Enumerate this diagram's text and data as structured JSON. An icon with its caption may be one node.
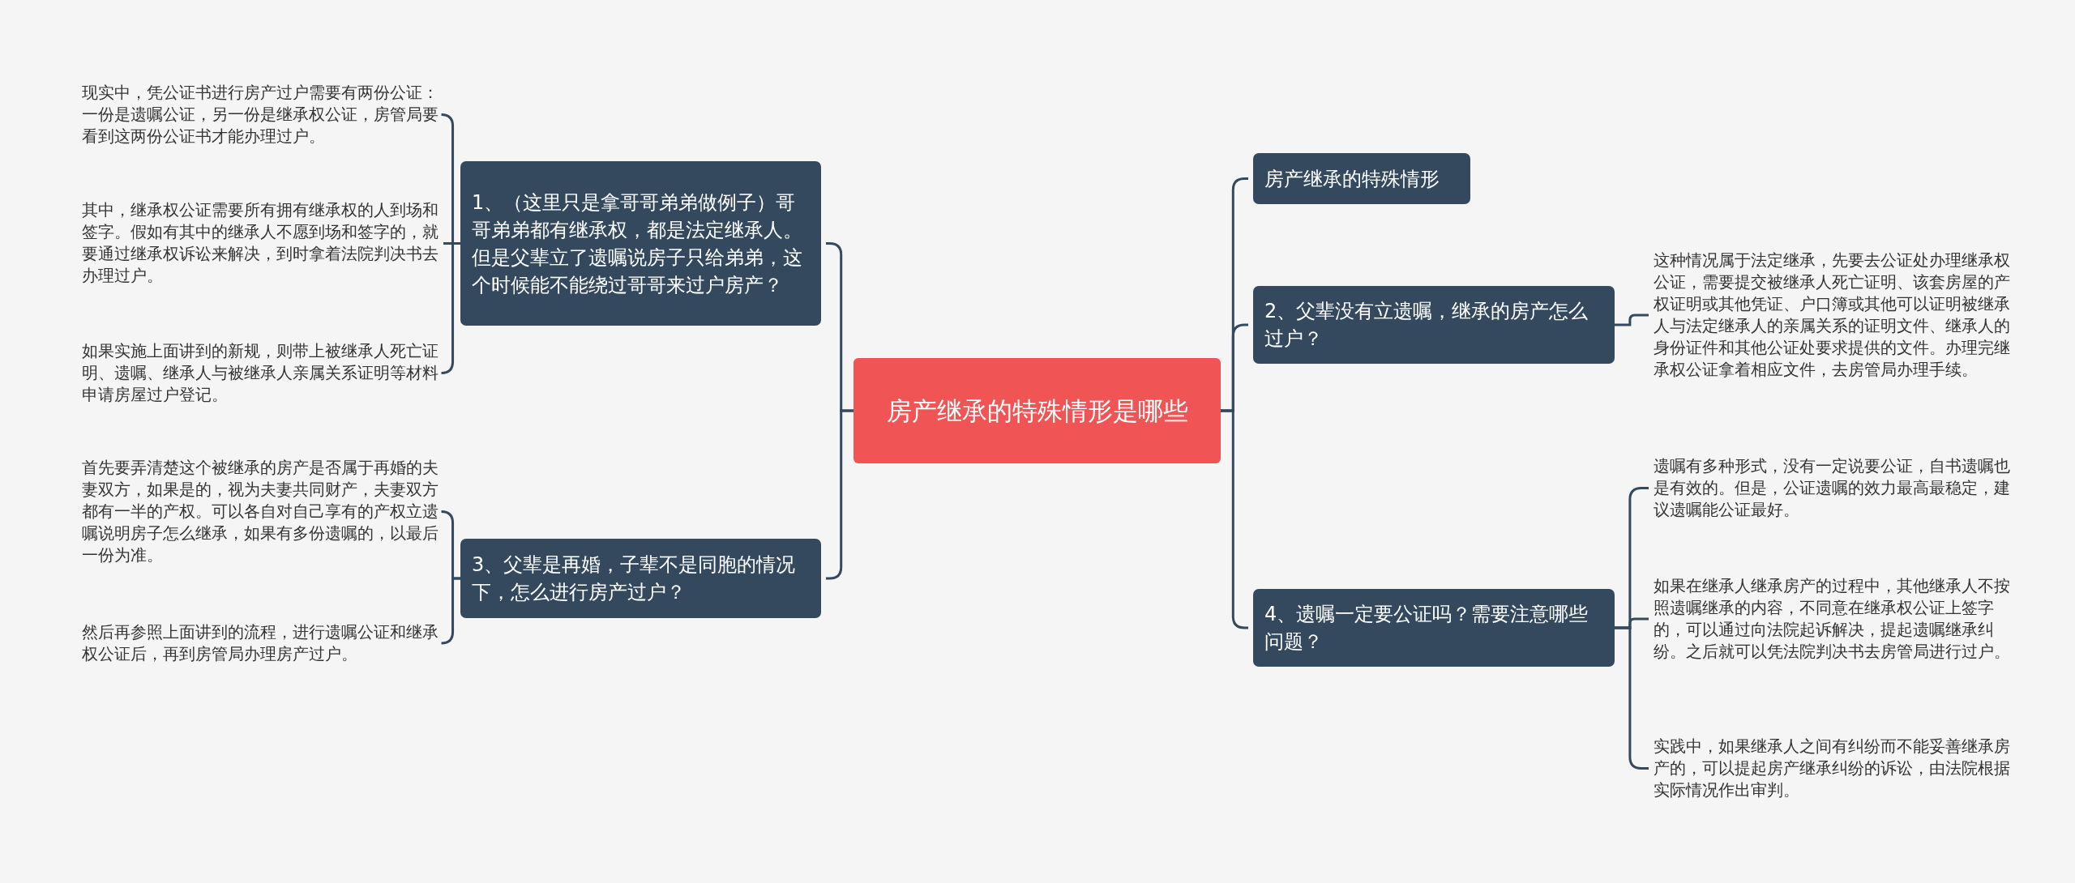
{
  "diagram": {
    "nodes": [
      {
        "text": [
          "房产继承的特殊情形是哪些"
        ]
      },
      {
        "text": [
          "1、（这里只是拿哥哥弟弟做例子）哥哥弟弟都有继承权，都是法定继承人。但是父辈立了遗嘱说房子只给弟弟，这个时候能不能绕过哥哥来过户房产？"
        ]
      },
      {
        "text": [
          "现实中，凭公证书进行房产过户需要有两份公证：一份是遗嘱公证，另一份是继承权公证，房管局要看到这两份公证书才能办理过户。"
        ]
      },
      {
        "text": [
          "其中，继承权公证需要所有拥有继承权的人到场和签字。假如有其中的继承人不愿到场和签字的，就要通过继承权诉讼来解决，到时拿着法院判决书去办理过户。"
        ]
      },
      {
        "text": [
          "如果实施上面讲到的新规，则带上被继承人死亡证明、遗嘱、继承人与被继承人亲属关系证明等材料申请房屋过户登记。"
        ]
      },
      {
        "text": [
          "3、父辈是再婚，子辈不是同胞的情况下，怎么进行房产过户？"
        ]
      },
      {
        "text": [
          "首先要弄清楚这个被继承的房产是否属于再婚的夫妻双方，如果是的，视为夫妻共同财产，夫妻双方都有一半的产权。可以各自对自己享有的产权立遗嘱说明房子怎么继承，如果有多份遗嘱的，以最后一份为准。"
        ]
      },
      {
        "text": [
          "然后再参照上面讲到的流程，进行遗嘱公证和继承权公证后，再到房管局办理房产过户。"
        ]
      },
      {
        "text": [
          "房产继承的特殊情形"
        ]
      },
      {
        "text": [
          "2、父辈没有立遗嘱，继承的房产怎么过户？"
        ]
      },
      {
        "text": [
          "这种情况属于法定继承，先要去公证处办理继承权公证，需要提交被继承人死亡证明、该套房屋的产权证明或其他凭证、户口簿或其他可以证明被继承人与法定继承人的亲属关系的证明文件、继承人的身份证件和其他公证处要求提供的文件。办理完继承权公证拿着相应文件，去房管局办理手续。"
        ]
      },
      {
        "text": [
          "4、遗嘱一定要公证吗？需要注意哪些问题？"
        ]
      },
      {
        "text": [
          "遗嘱有多种形式，没有一定说要公证，自书遗嘱也是有效的。但是，公证遗嘱的效力最高最稳定，建议遗嘱能公证最好。"
        ]
      },
      {
        "text": [
          "如果在继承人继承房产的过程中，其他继承人不按照遗嘱继承的内容，不同意在继承权公证上签字的，可以通过向法院起诉解决，提起遗嘱继承纠纷。之后就可以凭法院判决书去房管局进行过户。"
        ]
      },
      {
        "text": [
          "实践中，如果继承人之间有纠纷而不能妥善继承房产的，可以提起房产继承纠纷的诉讼，由法院根据实际情况作出审判。"
        ]
      }
    ],
    "edges": [
      {
        "from": 0,
        "to": 1,
        "arrow": "none"
      },
      {
        "from": 1,
        "to": 2,
        "arrow": "none"
      },
      {
        "from": 1,
        "to": 3,
        "arrow": "none"
      },
      {
        "from": 1,
        "to": 4,
        "arrow": "none"
      },
      {
        "from": 0,
        "to": 5,
        "arrow": "none"
      },
      {
        "from": 5,
        "to": 6,
        "arrow": "none"
      },
      {
        "from": 5,
        "to": 7,
        "arrow": "none"
      },
      {
        "from": 0,
        "to": 8,
        "arrow": "none"
      },
      {
        "from": 0,
        "to": 9,
        "arrow": "none"
      },
      {
        "from": 9,
        "to": 10,
        "arrow": "none"
      },
      {
        "from": 0,
        "to": 11,
        "arrow": "none"
      },
      {
        "from": 11,
        "to": 12,
        "arrow": "none"
      },
      {
        "from": 11,
        "to": 13,
        "arrow": "none"
      },
      {
        "from": 11,
        "to": 14,
        "arrow": "none"
      }
    ]
  }
}
